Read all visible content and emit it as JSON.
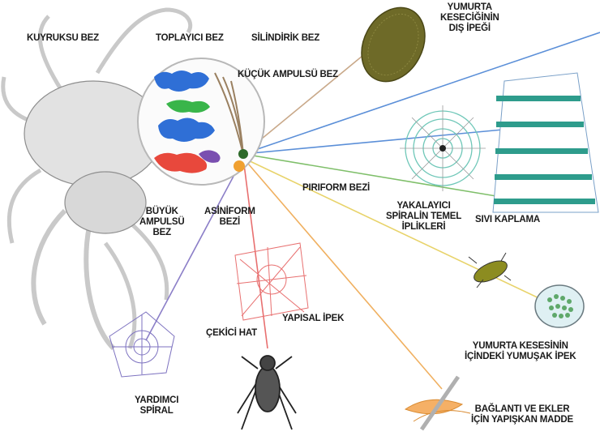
{
  "labels": {
    "kuyruksu_bez": "KUYRUKSU BEZ",
    "toplayici_bez": "TOPLAYICI BEZ",
    "silindirik_bez": "SİLİNDİRİK BEZ",
    "kucuk_ampulsu_bez": "KÜÇÜK AMPULSÜ BEZ",
    "yumurta_kesecigi": [
      "YUMURTA",
      "KESECİĞİNİN",
      "DIŞ İPEĞİ"
    ],
    "piriform_bezi": "PIRIFORM BEZİ",
    "yakalayici_spiral": [
      "YAKALAYICI",
      "SPİRALİN TEMEL",
      "İPLİKLERİ"
    ],
    "sivi_kaplama": "SIVI KAPLAMA",
    "buyuk_ampulsu_bez": [
      "BÜYÜK",
      "AMPULSÜ",
      "BEZ"
    ],
    "asiniform_bezi": [
      "ASİNİFORM",
      "BEZİ"
    ],
    "yapisal_ipek": "YAPISAL İPEK",
    "cekici_hat": "ÇEKİCİ HAT",
    "yardimci_spiral": [
      "YARDIMCI",
      "SPİRAL"
    ],
    "yumurta_kesesi_ipek": [
      "YUMURTA KESESİNİN",
      "İÇİNDEKİ YUMUŞAK İPEK"
    ],
    "baglanti_madde": [
      "BAĞLANTI VE EKLER",
      "İÇİN YAPIŞKAN MADDE"
    ]
  },
  "colors": {
    "blue_thread": "#5b8fd8",
    "green_thread": "#7fbf6a",
    "red_thread": "#e87070",
    "yellow_thread": "#e8d36a",
    "orange_thread": "#f0b060",
    "purple_thread": "#8c7fc8",
    "tan_thread": "#c9a98a",
    "gland_blue": "#2f6fd6",
    "gland_green": "#39b54a",
    "gland_red": "#e8483c",
    "gland_purple": "#7a4fb0",
    "spider_body": "#d6d6d6"
  }
}
